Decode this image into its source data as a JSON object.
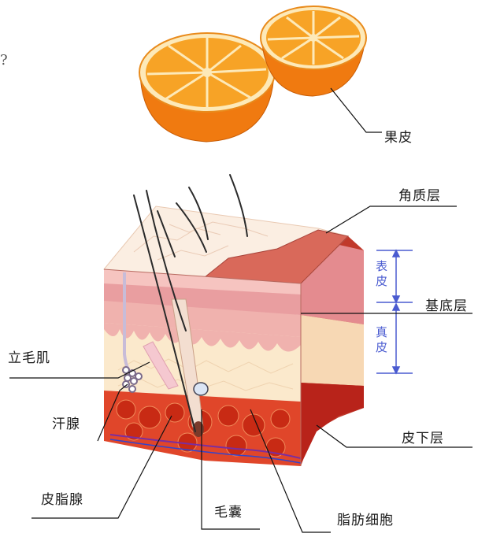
{
  "labels": {
    "peel": "果皮",
    "stratum_corneum": "角质层",
    "basal_layer": "基底层",
    "arrector_pili": "立毛肌",
    "sweat_gland": "汗腺",
    "subcutaneous": "皮下层",
    "sebaceous_gland": "皮脂腺",
    "hair_follicle": "毛囊",
    "fat_cells": "脂肪细胞",
    "epidermis": "表皮",
    "dermis": "真皮",
    "corner_mark": "?"
  },
  "colors": {
    "orange_peel": "#f07a10",
    "orange_flesh": "#f7a326",
    "pith": "#fde9b8",
    "epidermis_pink": "#f2b9b6",
    "dermis_cream": "#fbe9cc",
    "fat_red": "#d93a1e",
    "bracket_blue": "#4a5bd0"
  }
}
